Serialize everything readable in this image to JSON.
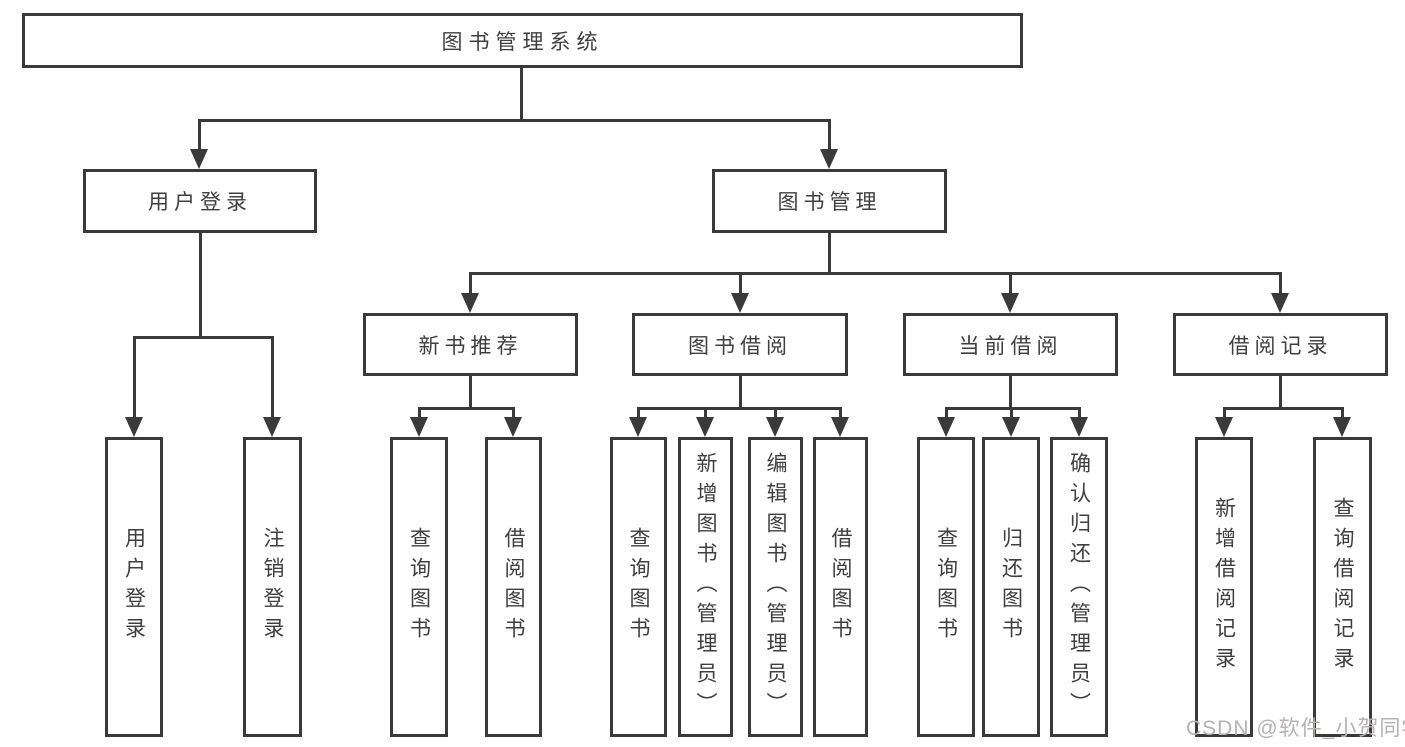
{
  "tree": {
    "root": {
      "label": "图书管理系统"
    },
    "login_branch": {
      "label": "用户登录",
      "leaves": [
        {
          "label": "用户登录"
        },
        {
          "label": "注销登录"
        }
      ]
    },
    "mgmt_branch": {
      "label": "图书管理",
      "groups": [
        {
          "label": "新书推荐",
          "leaves": [
            {
              "label": "查询图书"
            },
            {
              "label": "借阅图书"
            }
          ]
        },
        {
          "label": "图书借阅",
          "leaves": [
            {
              "label": "查询图书"
            },
            {
              "label": "新增图书（管理员）"
            },
            {
              "label": "编辑图书（管理员）"
            },
            {
              "label": "借阅图书"
            }
          ]
        },
        {
          "label": "当前借阅",
          "leaves": [
            {
              "label": "查询图书"
            },
            {
              "label": "归还图书"
            },
            {
              "label": "确认归还（管理员）"
            }
          ]
        },
        {
          "label": "借阅记录",
          "leaves": [
            {
              "label": "新增借阅记录"
            },
            {
              "label": "查询借阅记录"
            }
          ]
        }
      ]
    }
  },
  "watermark": {
    "text": "CSDN @软件_小贺同学"
  },
  "colors": {
    "line": "#3a3a3a",
    "text": "#3f3f3f",
    "watermark": "#b6b2b2",
    "background": "#ffffff"
  }
}
